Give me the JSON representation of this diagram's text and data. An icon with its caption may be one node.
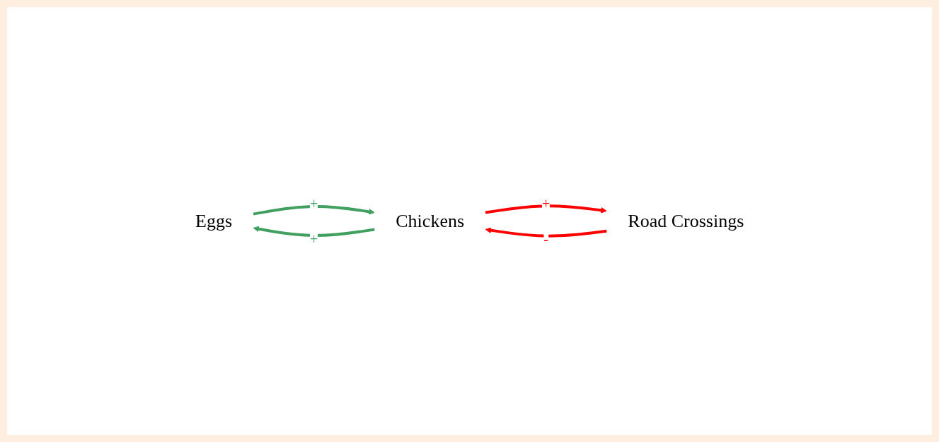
{
  "diagram": {
    "nodes": [
      {
        "text": [
          "Eggs"
        ]
      },
      {
        "text": [
          "Chickens"
        ]
      },
      {
        "text": [
          "Road Crossings"
        ]
      }
    ],
    "edges": [
      {
        "from": 0,
        "to": 1,
        "arrow": "to",
        "label": "+",
        "color": "#41a060"
      },
      {
        "from": 1,
        "to": 0,
        "arrow": "to",
        "label": "+",
        "color": "#41a060"
      },
      {
        "from": 1,
        "to": 2,
        "arrow": "to",
        "label": "+",
        "color": "#ff0000"
      },
      {
        "from": 2,
        "to": 1,
        "arrow": "to",
        "label": "-",
        "color": "#ff0000"
      }
    ]
  }
}
